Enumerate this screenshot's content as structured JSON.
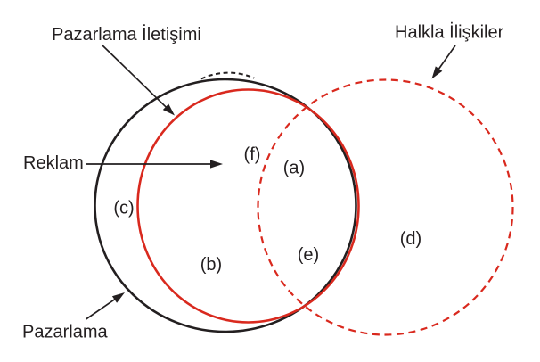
{
  "diagram": {
    "labels": {
      "marketing_communication": "Pazarlama İletişimi",
      "public_relations": "Halkla İlişkiler",
      "advertising": "Reklam",
      "marketing": "Pazarlama"
    },
    "regions": {
      "a": "(a)",
      "b": "(b)",
      "c": "(c)",
      "d": "(d)",
      "e": "(e)",
      "f": "(f)"
    },
    "colors": {
      "black": "#231f20",
      "red": "#d9291e"
    }
  }
}
